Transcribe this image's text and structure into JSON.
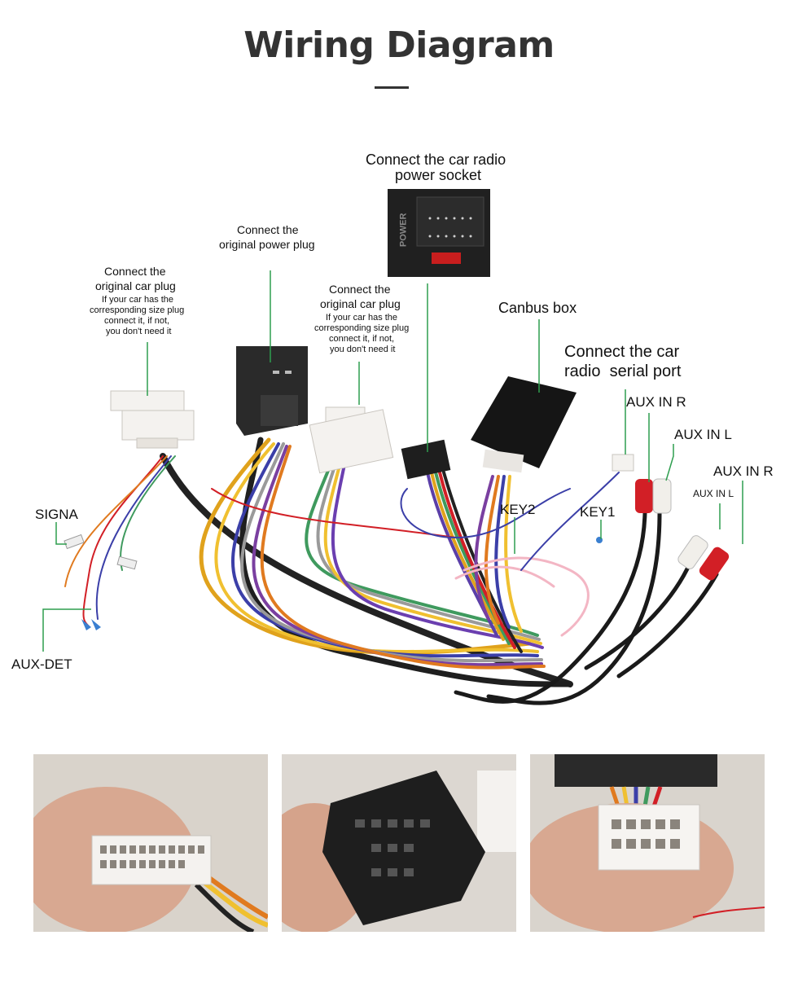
{
  "title": "Wiring Diagram",
  "labels": {
    "radio_power_socket_1": "Connect the car radio",
    "radio_power_socket_2": "power socket",
    "original_power_plug_1": "Connect the",
    "original_power_plug_2": "original power plug",
    "plug_left_1": "Connect the",
    "plug_left_2": "original car plug",
    "plug_left_note_1": "If your car has the",
    "plug_left_note_2": "corresponding size plug",
    "plug_left_note_3": "connect it, if not,",
    "plug_left_note_4": "you don't need it",
    "plug_mid_1": "Connect the",
    "plug_mid_2": "original car plug",
    "plug_mid_note_1": "If your car has the",
    "plug_mid_note_2": "corresponding size plug",
    "plug_mid_note_3": "connect it, if not,",
    "plug_mid_note_4": "you don't need it",
    "canbus_box": "Canbus box",
    "serial_port_1": "Connect the car",
    "serial_port_2": "radio  serial port",
    "aux_in_r_top": "AUX IN R",
    "aux_in_l_top": "AUX IN L",
    "aux_in_r_right": "AUX IN R",
    "aux_in_l_small": "AUX IN L",
    "signa": "SIGNA",
    "aux_det": "AUX-DET",
    "key2": "KEY2",
    "key1": "KEY1",
    "power_socket_text": "POWER"
  },
  "colors": {
    "leader": "#2e9e4f",
    "title": "#333333",
    "connector_white": "#f4f2ef",
    "connector_black": "#2a2a2a",
    "rca_red": "#d21f26"
  }
}
